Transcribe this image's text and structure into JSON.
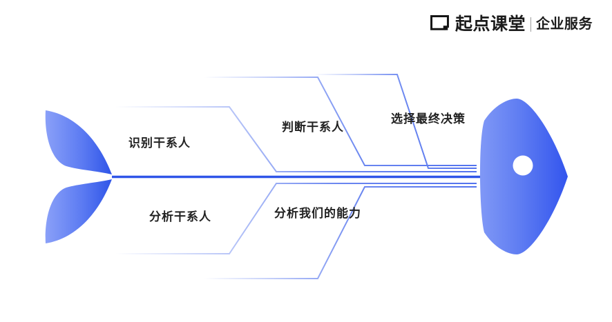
{
  "brand": {
    "logo_icon": "bracket-square-logo",
    "name": "起点课堂",
    "divider": "|",
    "subtitle": "企业服务"
  },
  "diagram": {
    "type": "fishbone",
    "title": "",
    "head_icon": "fish-head",
    "tail_icon": "fish-tail",
    "eye_icon": "fish-eye",
    "colors": {
      "accent": "#3B5BEF",
      "accent_light": "#7B93F5",
      "rib_line": "#6A86F0",
      "spine": "#2F55E8",
      "text": "#222222"
    },
    "ribs": [
      {
        "id": "rib-identify-stakeholders",
        "label": "识别干系人",
        "position": "top"
      },
      {
        "id": "rib-judge-stakeholders",
        "label": "判断干系人",
        "position": "top"
      },
      {
        "id": "rib-final-decision",
        "label": "选择最终决策",
        "position": "top"
      },
      {
        "id": "rib-analyze-stakeholders",
        "label": "分析干系人",
        "position": "bottom"
      },
      {
        "id": "rib-analyze-our-ability",
        "label": "分析我们的能力",
        "position": "bottom"
      }
    ]
  }
}
